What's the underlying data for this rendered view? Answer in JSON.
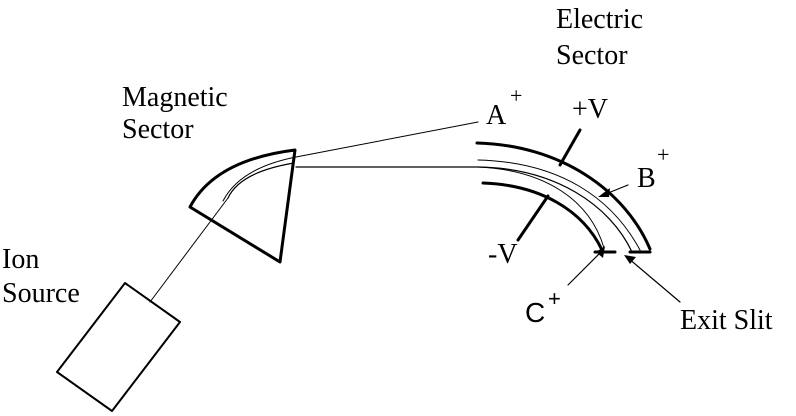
{
  "labels": {
    "electric_sector_line1": "Electric",
    "electric_sector_line2": "Sector",
    "magnetic_sector_line1": "Magnetic",
    "magnetic_sector_line2": "Sector",
    "ion_source_line1": "Ion",
    "ion_source_line2": "Source",
    "exit_slit": "Exit Slit",
    "plus_v": "+V",
    "minus_v": "-V",
    "ion_a": "A",
    "ion_b": "B",
    "ion_c": "C",
    "plus_sign": "+"
  },
  "colors": {
    "ink": "#000000",
    "background": "#ffffff"
  }
}
